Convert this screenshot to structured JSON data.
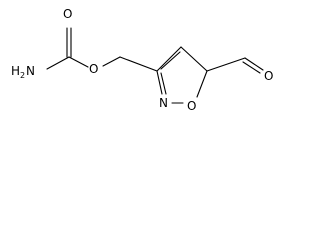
{
  "molecule": {
    "atoms": {
      "carbonyl_o": "O",
      "amine_prefix": "H",
      "amine_sub": "2",
      "amine_n": "N",
      "ester_o": "O",
      "ring_n": "N",
      "ring_o": "O",
      "aldehyde_o": "O"
    }
  }
}
